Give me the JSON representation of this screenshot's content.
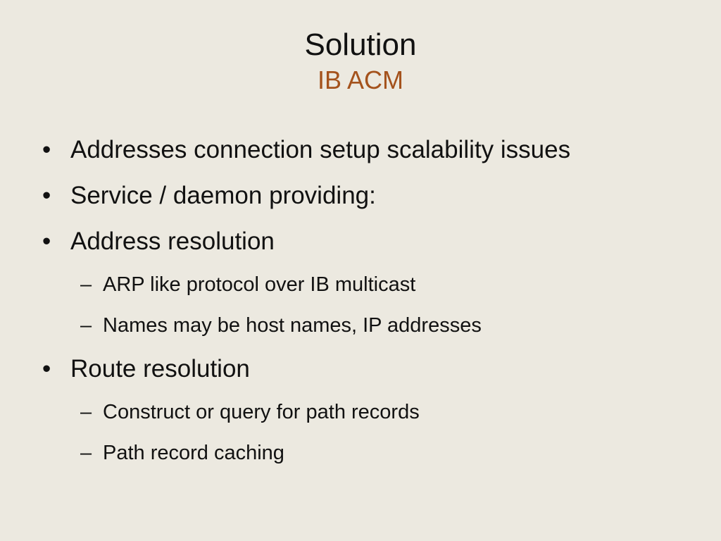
{
  "slide": {
    "title": "Solution",
    "subtitle": "IB ACM",
    "subtitle_color": "#a4521c",
    "background_color": "#ece9e0",
    "bullet_symbol": "•",
    "dash_symbol": "–",
    "items": [
      {
        "level": 1,
        "text": "Addresses connection setup scalability issues"
      },
      {
        "level": 1,
        "text": "Service / daemon providing:"
      },
      {
        "level": 1,
        "text": "Address resolution"
      },
      {
        "level": 2,
        "text": "ARP like protocol over IB multicast"
      },
      {
        "level": 2,
        "text": "Names may be host names, IP addresses"
      },
      {
        "level": 1,
        "text": "Route resolution"
      },
      {
        "level": 2,
        "text": "Construct or query for path records"
      },
      {
        "level": 2,
        "text": "Path record caching"
      }
    ]
  }
}
